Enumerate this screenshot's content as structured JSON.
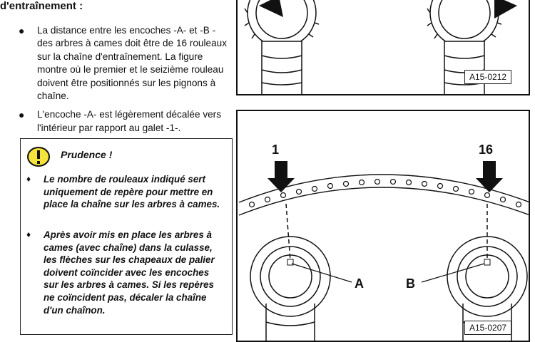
{
  "section_heading": "d'entraînement :",
  "bullets": [
    "La distance entre les encoches -A- et -B - des arbres à cames doit être de 16 rouleaux sur la chaîne d'entraînement. La figure montre où le premier et le seizième rouleau doivent être positionnés sur les pignons à chaîne.",
    "L'encoche -A- est légèrement décalée vers l'intérieur par rapport au galet -1-."
  ],
  "caution": {
    "title": "Prudence !",
    "items": [
      "Le nombre de rouleaux indiqué sert uniquement de repère pour mettre en place la chaîne sur les arbres à cames.",
      "Après avoir mis en place les arbres à cames (avec chaîne) dans la culasse, les flèches sur les chapeaux de palier doivent coïncider avec les encoches sur les arbres à cames. Si les repères ne coïncident pas, décaler la chaîne d'un chaînon."
    ]
  },
  "figure_top": {
    "ref": "A15-0212"
  },
  "figure_bottom": {
    "ref": "A15-0207",
    "label_1": "1",
    "label_16": "16",
    "label_a": "A",
    "label_b": "B"
  },
  "colors": {
    "warning_yellow": "#f5e23a",
    "line": "#111111"
  }
}
